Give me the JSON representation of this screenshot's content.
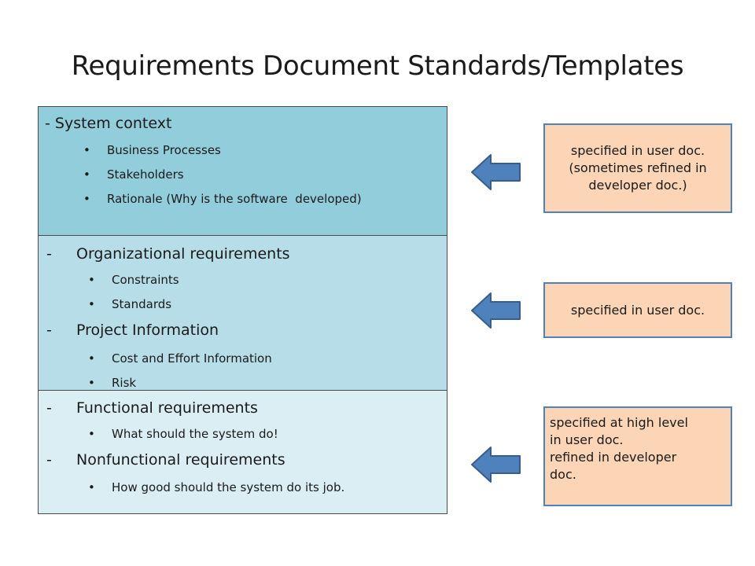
{
  "title": "Requirements Document Standards/Templates",
  "sections": {
    "system_context": {
      "heading": "- System context",
      "items": [
        "Business Processes",
        "Stakeholders",
        "Rationale (Why is the software  developed)"
      ]
    },
    "organizational": {
      "dash": "-",
      "heading": "Organizational requirements",
      "items": [
        "Constraints",
        "Standards"
      ]
    },
    "project_info": {
      "dash": "-",
      "heading": "Project Information",
      "items": [
        "Cost and Effort Information",
        "Risk"
      ]
    },
    "functional": {
      "dash": "-",
      "heading": "Functional requirements",
      "items": [
        "What should the system do!"
      ]
    },
    "nonfunctional": {
      "dash": "-",
      "heading": "Nonfunctional requirements",
      "items": [
        "How good should the system do its job."
      ]
    }
  },
  "bullet": "•",
  "notes": {
    "note1": [
      "specified in user doc.",
      "(sometimes refined in",
      "developer doc.)"
    ],
    "note2": [
      "specified in user doc."
    ],
    "note3": [
      "specified at high level",
      "in user doc.",
      "refined in developer",
      "doc."
    ]
  },
  "colors": {
    "block1": "#92cddc",
    "block2": "#b7dde8",
    "block3": "#dbeef4",
    "note_fill": "#fbd5b5",
    "note_border": "#4f81bd",
    "arrow_fill": "#4f81bd"
  },
  "icons": [
    "left-arrow-icon"
  ]
}
